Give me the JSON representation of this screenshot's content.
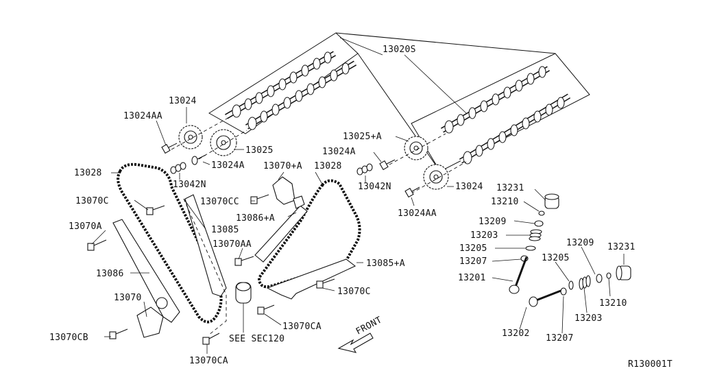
{
  "labels": {
    "camshaft_assembly": "13020S",
    "sprocket_left": "13024",
    "bolt_left": "13024AA",
    "sprocket_left_exhaust": "13025",
    "washer_left": "13024A",
    "dowel_left": "13042N",
    "sprocket_right": "13025+A",
    "washer_right": "13024A",
    "dowel_right": "13042N",
    "sprocket_right_exhaust": "13024",
    "bolt_right": "13024AA",
    "chain_left": "13028",
    "chain_right": "13028",
    "tensioner_right": "13070+A",
    "tensioner_bolt_right": "13070CC",
    "guide_right": "13086+A",
    "tensioner_bolt_right_lower": "13070AA",
    "guide_lower_right": "13085+A",
    "bolt_lower_right": "13070C",
    "bolt_lower_right_b": "13070CA",
    "see_sec": "SEE SEC120",
    "front": "FRONT",
    "tensioner_bolt_c": "13070C",
    "guide_b5": "13085",
    "tensioner_bolt_a": "13070A",
    "slack_guide": "13086",
    "tensioner": "13070",
    "tensioner_bolt_cb": "13070CB",
    "tensioner_bolt_ca": "13070CA",
    "lifter_1": "13231",
    "retainer_1": "13210",
    "collet_1": "13209",
    "spring_1": "13203",
    "seat_1": "13205",
    "seal_1": "13207",
    "valve_1": "13201",
    "collet_2": "13209",
    "lifter_2": "13231",
    "seat_2": "13205",
    "retainer_2": "13210",
    "spring_2": "13203",
    "valve_2": "13202",
    "seal_2": "13207",
    "ref_code": "R130001T"
  }
}
